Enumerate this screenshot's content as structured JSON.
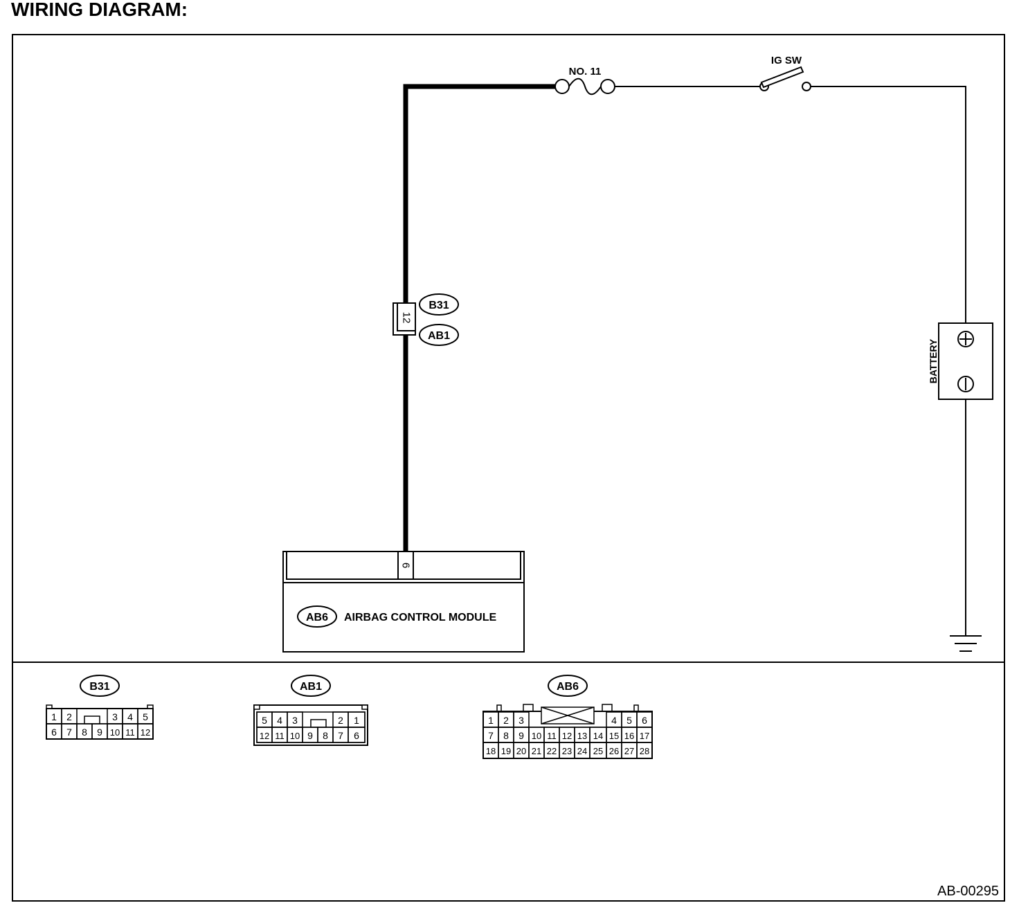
{
  "title": "WIRING DIAGRAM:",
  "components": {
    "fuse": "NO. 11",
    "ignition_switch": "IG SW",
    "battery": "BATTERY",
    "module_code": "AB6",
    "module_name": "AIRBAG CONTROL MODULE"
  },
  "inline_connector": {
    "pin": "12",
    "upper": "B31",
    "lower": "AB1"
  },
  "module_pin": "6",
  "connectors": [
    {
      "code": "B31",
      "rows": [
        [
          "1",
          "2",
          "",
          "3",
          "4",
          "5"
        ],
        [
          "6",
          "7",
          "8",
          "9",
          "10",
          "11",
          "12"
        ]
      ]
    },
    {
      "code": "AB1",
      "rows": [
        [
          "5",
          "4",
          "3",
          "",
          "2",
          "1"
        ],
        [
          "12",
          "11",
          "10",
          "9",
          "8",
          "7",
          "6"
        ]
      ]
    },
    {
      "code": "AB6",
      "rows": [
        [
          "1",
          "2",
          "3",
          "",
          "4",
          "5",
          "6"
        ],
        [
          "7",
          "8",
          "9",
          "10",
          "11",
          "12",
          "13",
          "14",
          "15",
          "16",
          "17"
        ],
        [
          "18",
          "19",
          "20",
          "21",
          "22",
          "23",
          "24",
          "25",
          "26",
          "27",
          "28"
        ]
      ]
    }
  ],
  "reference": "AB-00295"
}
